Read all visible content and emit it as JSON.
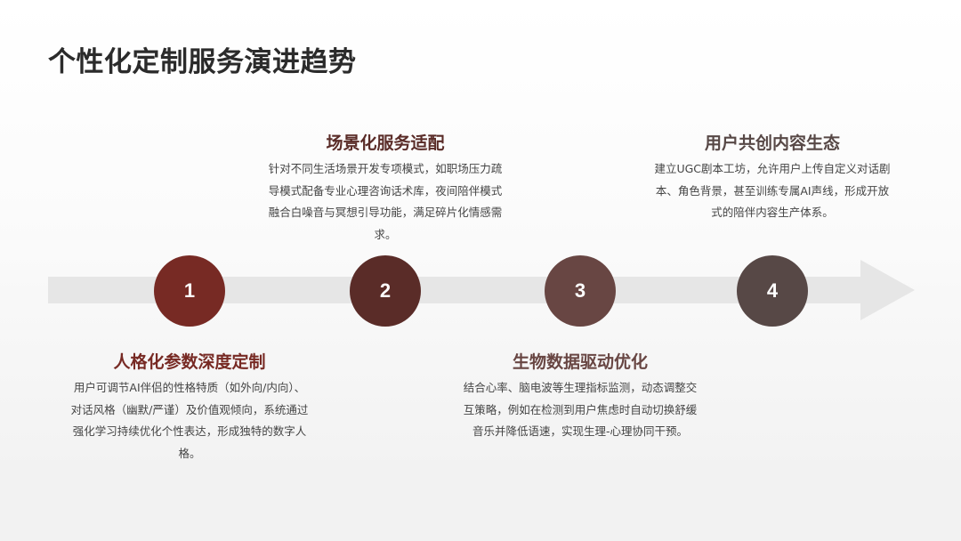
{
  "page": {
    "title": "个性化定制服务演进趋势"
  },
  "colors": {
    "step1": "#772a24",
    "step2": "#5a2c28",
    "step3": "#684643",
    "step4": "#574846",
    "arrow": "#e6e6e6",
    "title": "#2b2b2b",
    "body_text": "#444444"
  },
  "steps": [
    {
      "number": "1",
      "heading": "人格化参数深度定制",
      "description": "用户可调节AI伴侣的性格特质（如外向/内向）、对话风格（幽默/严谨）及价值观倾向，系统通过强化学习持续优化个性表达，形成独特的数字人格。"
    },
    {
      "number": "2",
      "heading": "场景化服务适配",
      "description": "针对不同生活场景开发专项模式，如职场压力疏导模式配备专业心理咨询话术库，夜间陪伴模式融合白噪音与冥想引导功能，满足碎片化情感需求。"
    },
    {
      "number": "3",
      "heading": "生物数据驱动优化",
      "description": "结合心率、脑电波等生理指标监测，动态调整交互策略，例如在检测到用户焦虑时自动切换舒缓音乐并降低语速，实现生理-心理协同干预。"
    },
    {
      "number": "4",
      "heading": "用户共创内容生态",
      "description": "建立UGC剧本工坊，允许用户上传自定义对话剧本、角色背景，甚至训练专属AI声线，形成开放式的陪伴内容生产体系。"
    }
  ]
}
